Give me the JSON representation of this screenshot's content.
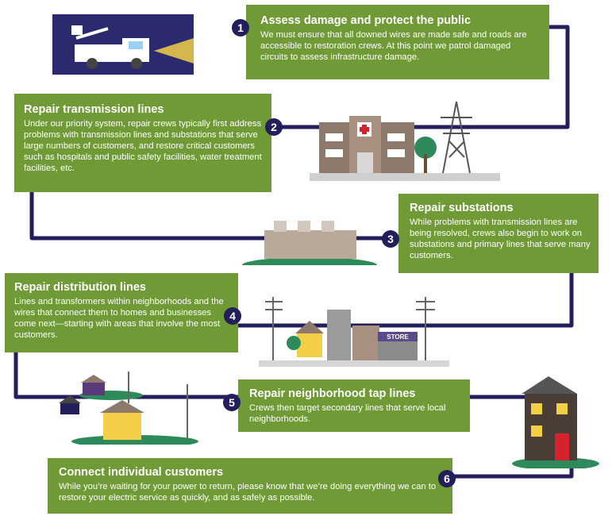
{
  "steps": [
    {
      "number": "1",
      "title": "Assess damage and protect the public",
      "body": "We must ensure that all downed wires are made safe and roads are accessible to restoration crews. At this point we patrol damaged circuits to assess infrastructure damage."
    },
    {
      "number": "2",
      "title": "Repair transmission lines",
      "body": "Under our priority system, repair crews typically first address problems with transmission lines and substations that serve large numbers of customers, and restore critical customers such as hospitals and public safety facilities, water treatment facilities, etc."
    },
    {
      "number": "3",
      "title": "Repair substations",
      "body": "While problems with transmission lines are being resolved, crews also begin to work on substations and primary lines that serve many customers."
    },
    {
      "number": "4",
      "title": "Repair distribution lines",
      "body": "Lines and transformers within neighborhoods and the wires that connect them to homes and businesses come next—starting with areas that involve the most customers."
    },
    {
      "number": "5",
      "title": "Repair neighborhood tap lines",
      "body": "Crews then target secondary lines that serve local neighborhoods."
    },
    {
      "number": "6",
      "title": "Connect individual customers",
      "body": "While you’re waiting for your power to return, please know that we’re doing everything we can to restore your electric service as quickly, and as safely as possible."
    }
  ],
  "store_sign": "STORE",
  "colors": {
    "box_green": "#6f9a35",
    "path_navy": "#231e5c",
    "ground_green": "#2e8a5a"
  }
}
